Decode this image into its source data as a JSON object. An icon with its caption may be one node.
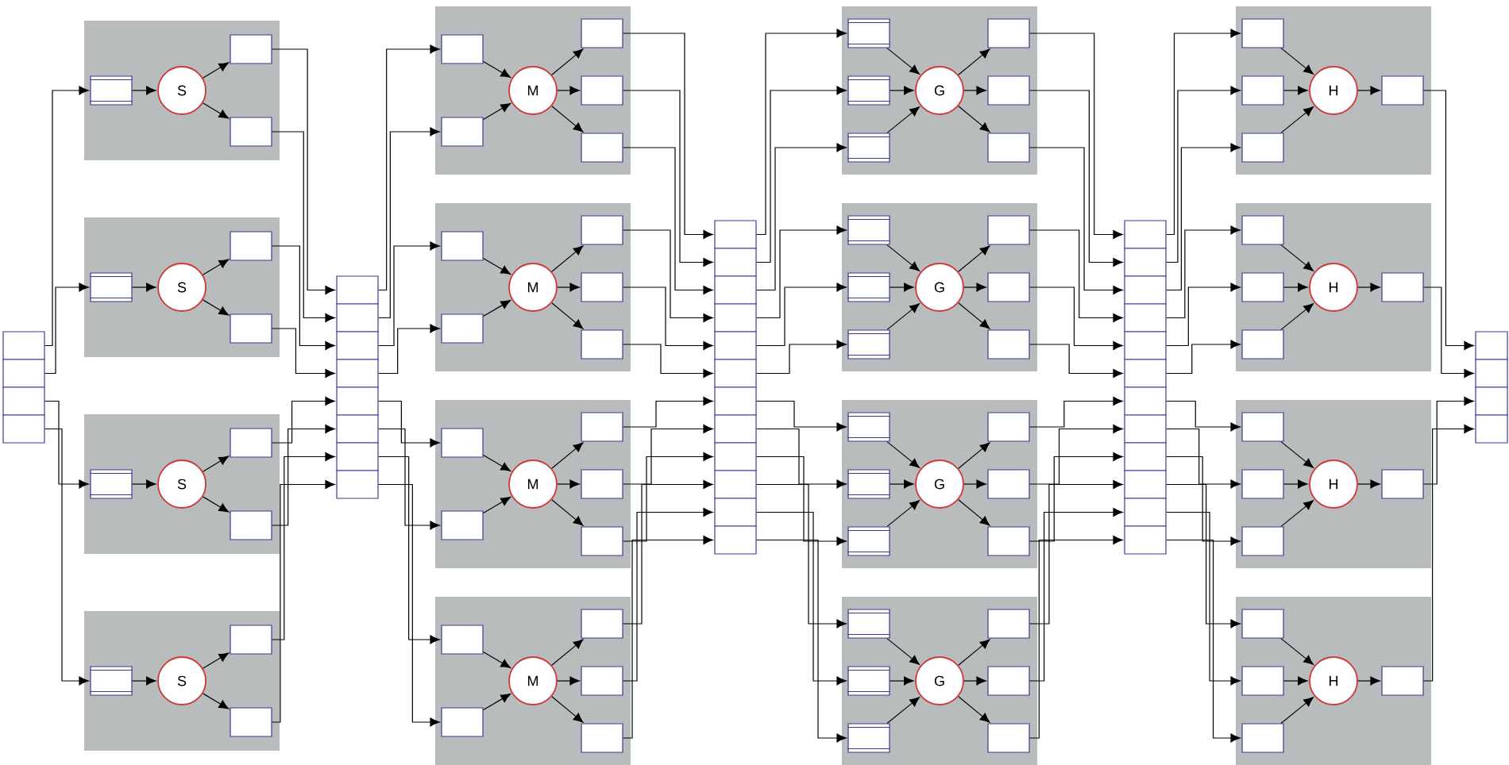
{
  "diagram": {
    "nodes": [
      {
        "text": [],
        "shape": "box"
      },
      {
        "text": [],
        "shape": "box"
      },
      {
        "text": [],
        "shape": "box"
      },
      {
        "text": [],
        "shape": "box"
      },
      {
        "text": [],
        "shape": "box"
      },
      {
        "text": [],
        "shape": "stack",
        "in": 4
      },
      {
        "text": [
          "S"
        ],
        "in": 4
      },
      {
        "text": [],
        "shape": "box",
        "in": 4
      },
      {
        "text": [],
        "shape": "box",
        "in": 4
      },
      {
        "text": [],
        "shape": "box"
      },
      {
        "text": [],
        "shape": "stack",
        "in": 9
      },
      {
        "text": [
          "S"
        ],
        "in": 9
      },
      {
        "text": [],
        "shape": "box",
        "in": 9
      },
      {
        "text": [],
        "shape": "box",
        "in": 9
      },
      {
        "text": [],
        "shape": "box"
      },
      {
        "text": [],
        "shape": "stack",
        "in": 14
      },
      {
        "text": [
          "S"
        ],
        "in": 14
      },
      {
        "text": [],
        "shape": "box",
        "in": 14
      },
      {
        "text": [],
        "shape": "box",
        "in": 14
      },
      {
        "text": [],
        "shape": "box"
      },
      {
        "text": [],
        "shape": "stack",
        "in": 19
      },
      {
        "text": [
          "S"
        ],
        "in": 19
      },
      {
        "text": [],
        "shape": "box",
        "in": 19
      },
      {
        "text": [],
        "shape": "box",
        "in": 19
      },
      {
        "text": [],
        "shape": "box"
      },
      {
        "text": [],
        "shape": "box"
      },
      {
        "text": [],
        "shape": "box"
      },
      {
        "text": [],
        "shape": "box"
      },
      {
        "text": [],
        "shape": "box"
      },
      {
        "text": [],
        "shape": "box"
      },
      {
        "text": [],
        "shape": "box"
      },
      {
        "text": [],
        "shape": "box"
      },
      {
        "text": [],
        "shape": "box"
      },
      {
        "text": [],
        "shape": "box",
        "in": 32
      },
      {
        "text": [],
        "shape": "box",
        "in": 32
      },
      {
        "text": [
          "M"
        ],
        "in": 32
      },
      {
        "text": [],
        "shape": "box",
        "in": 32
      },
      {
        "text": [],
        "shape": "box",
        "in": 32
      },
      {
        "text": [],
        "shape": "box",
        "in": 32
      },
      {
        "text": [],
        "shape": "box"
      },
      {
        "text": [],
        "shape": "box",
        "in": 39
      },
      {
        "text": [],
        "shape": "box",
        "in": 39
      },
      {
        "text": [
          "M"
        ],
        "in": 39
      },
      {
        "text": [],
        "shape": "box",
        "in": 39
      },
      {
        "text": [],
        "shape": "box",
        "in": 39
      },
      {
        "text": [],
        "shape": "box",
        "in": 39
      },
      {
        "text": [],
        "shape": "box"
      },
      {
        "text": [],
        "shape": "box",
        "in": 46
      },
      {
        "text": [],
        "shape": "box",
        "in": 46
      },
      {
        "text": [
          "M"
        ],
        "in": 46
      },
      {
        "text": [],
        "shape": "box",
        "in": 46
      },
      {
        "text": [],
        "shape": "box",
        "in": 46
      },
      {
        "text": [],
        "shape": "box",
        "in": 46
      },
      {
        "text": [],
        "shape": "box"
      },
      {
        "text": [],
        "shape": "box",
        "in": 53
      },
      {
        "text": [],
        "shape": "box",
        "in": 53
      },
      {
        "text": [
          "M"
        ],
        "in": 53
      },
      {
        "text": [],
        "shape": "box",
        "in": 53
      },
      {
        "text": [],
        "shape": "box",
        "in": 53
      },
      {
        "text": [],
        "shape": "box",
        "in": 53
      },
      {
        "text": [],
        "shape": "box"
      },
      {
        "text": [],
        "shape": "box"
      },
      {
        "text": [],
        "shape": "box"
      },
      {
        "text": [],
        "shape": "box"
      },
      {
        "text": [],
        "shape": "box"
      },
      {
        "text": [],
        "shape": "box"
      },
      {
        "text": [],
        "shape": "box"
      },
      {
        "text": [],
        "shape": "box"
      },
      {
        "text": [],
        "shape": "box"
      },
      {
        "text": [],
        "shape": "box"
      },
      {
        "text": [],
        "shape": "box"
      },
      {
        "text": [],
        "shape": "box"
      },
      {
        "text": [],
        "shape": "box"
      },
      {
        "text": [],
        "shape": "stack",
        "in": 72
      },
      {
        "text": [],
        "shape": "stack",
        "in": 72
      },
      {
        "text": [],
        "shape": "stack",
        "in": 72
      },
      {
        "text": [
          "G"
        ],
        "in": 72
      },
      {
        "text": [],
        "shape": "box",
        "in": 72
      },
      {
        "text": [],
        "shape": "box",
        "in": 72
      },
      {
        "text": [],
        "shape": "box",
        "in": 72
      },
      {
        "text": [],
        "shape": "box"
      },
      {
        "text": [],
        "shape": "stack",
        "in": 80
      },
      {
        "text": [],
        "shape": "stack",
        "in": 80
      },
      {
        "text": [],
        "shape": "stack",
        "in": 80
      },
      {
        "text": [
          "G"
        ],
        "in": 80
      },
      {
        "text": [],
        "shape": "box",
        "in": 80
      },
      {
        "text": [],
        "shape": "box",
        "in": 80
      },
      {
        "text": [],
        "shape": "box",
        "in": 80
      },
      {
        "text": [],
        "shape": "box"
      },
      {
        "text": [],
        "shape": "stack",
        "in": 88
      },
      {
        "text": [],
        "shape": "stack",
        "in": 88
      },
      {
        "text": [],
        "shape": "stack",
        "in": 88
      },
      {
        "text": [
          "G"
        ],
        "in": 88
      },
      {
        "text": [],
        "shape": "box",
        "in": 88
      },
      {
        "text": [],
        "shape": "box",
        "in": 88
      },
      {
        "text": [],
        "shape": "box",
        "in": 88
      },
      {
        "text": [],
        "shape": "box"
      },
      {
        "text": [],
        "shape": "stack",
        "in": 96
      },
      {
        "text": [],
        "shape": "stack",
        "in": 96
      },
      {
        "text": [],
        "shape": "stack",
        "in": 96
      },
      {
        "text": [
          "G"
        ],
        "in": 96
      },
      {
        "text": [],
        "shape": "box",
        "in": 96
      },
      {
        "text": [],
        "shape": "box",
        "in": 96
      },
      {
        "text": [],
        "shape": "box",
        "in": 96
      },
      {
        "text": [],
        "shape": "box"
      },
      {
        "text": [],
        "shape": "box"
      },
      {
        "text": [],
        "shape": "box"
      },
      {
        "text": [],
        "shape": "box"
      },
      {
        "text": [],
        "shape": "box"
      },
      {
        "text": [],
        "shape": "box"
      },
      {
        "text": [],
        "shape": "box"
      },
      {
        "text": [],
        "shape": "box"
      },
      {
        "text": [],
        "shape": "box"
      },
      {
        "text": [],
        "shape": "box"
      },
      {
        "text": [],
        "shape": "box"
      },
      {
        "text": [],
        "shape": "box"
      },
      {
        "text": [],
        "shape": "box"
      },
      {
        "text": [],
        "shape": "box",
        "in": 116
      },
      {
        "text": [],
        "shape": "box",
        "in": 116
      },
      {
        "text": [],
        "shape": "box",
        "in": 116
      },
      {
        "text": [
          "H"
        ],
        "in": 116
      },
      {
        "text": [],
        "shape": "box",
        "in": 116
      },
      {
        "text": [],
        "shape": "box"
      },
      {
        "text": [],
        "shape": "box",
        "in": 122
      },
      {
        "text": [],
        "shape": "box",
        "in": 122
      },
      {
        "text": [],
        "shape": "box",
        "in": 122
      },
      {
        "text": [
          "H"
        ],
        "in": 122
      },
      {
        "text": [],
        "shape": "box",
        "in": 122
      },
      {
        "text": [],
        "shape": "box"
      },
      {
        "text": [],
        "shape": "box",
        "in": 128
      },
      {
        "text": [],
        "shape": "box",
        "in": 128
      },
      {
        "text": [],
        "shape": "box",
        "in": 128
      },
      {
        "text": [
          "H"
        ],
        "in": 128
      },
      {
        "text": [],
        "shape": "box",
        "in": 128
      },
      {
        "text": [],
        "shape": "box"
      },
      {
        "text": [],
        "shape": "box",
        "in": 134
      },
      {
        "text": [],
        "shape": "box",
        "in": 134
      },
      {
        "text": [],
        "shape": "box",
        "in": 134
      },
      {
        "text": [
          "H"
        ],
        "in": 134
      },
      {
        "text": [],
        "shape": "box",
        "in": 134
      },
      {
        "text": [],
        "shape": "box"
      },
      {
        "text": [],
        "shape": "box"
      },
      {
        "text": [],
        "shape": "box"
      },
      {
        "text": [],
        "shape": "box"
      }
    ],
    "edges": [
      {
        "from": 0,
        "to": 5,
        "arrow": "to"
      },
      {
        "from": 1,
        "to": 10,
        "arrow": "to"
      },
      {
        "from": 2,
        "to": 15,
        "arrow": "to"
      },
      {
        "from": 3,
        "to": 20,
        "arrow": "to"
      },
      {
        "from": 5,
        "to": 6,
        "arrow": "to"
      },
      {
        "from": 6,
        "to": 7,
        "arrow": "to"
      },
      {
        "from": 6,
        "to": 8,
        "arrow": "to"
      },
      {
        "from": 10,
        "to": 11,
        "arrow": "to"
      },
      {
        "from": 11,
        "to": 12,
        "arrow": "to"
      },
      {
        "from": 11,
        "to": 13,
        "arrow": "to"
      },
      {
        "from": 15,
        "to": 16,
        "arrow": "to"
      },
      {
        "from": 16,
        "to": 17,
        "arrow": "to"
      },
      {
        "from": 16,
        "to": 18,
        "arrow": "to"
      },
      {
        "from": 20,
        "to": 21,
        "arrow": "to"
      },
      {
        "from": 21,
        "to": 22,
        "arrow": "to"
      },
      {
        "from": 21,
        "to": 23,
        "arrow": "to"
      },
      {
        "from": 7,
        "to": 24,
        "arrow": "to"
      },
      {
        "from": 8,
        "to": 25,
        "arrow": "to"
      },
      {
        "from": 12,
        "to": 26,
        "arrow": "to"
      },
      {
        "from": 13,
        "to": 27,
        "arrow": "to"
      },
      {
        "from": 17,
        "to": 28,
        "arrow": "to"
      },
      {
        "from": 18,
        "to": 29,
        "arrow": "to"
      },
      {
        "from": 22,
        "to": 30,
        "arrow": "to"
      },
      {
        "from": 23,
        "to": 31,
        "arrow": "to"
      },
      {
        "from": 24,
        "to": 33,
        "arrow": "to"
      },
      {
        "from": 25,
        "to": 34,
        "arrow": "to"
      },
      {
        "from": 26,
        "to": 40,
        "arrow": "to"
      },
      {
        "from": 27,
        "to": 41,
        "arrow": "to"
      },
      {
        "from": 28,
        "to": 47,
        "arrow": "to"
      },
      {
        "from": 29,
        "to": 48,
        "arrow": "to"
      },
      {
        "from": 30,
        "to": 54,
        "arrow": "to"
      },
      {
        "from": 31,
        "to": 55,
        "arrow": "to"
      },
      {
        "from": 33,
        "to": 35,
        "arrow": "to"
      },
      {
        "from": 34,
        "to": 35,
        "arrow": "to"
      },
      {
        "from": 35,
        "to": 36,
        "arrow": "to"
      },
      {
        "from": 35,
        "to": 37,
        "arrow": "to"
      },
      {
        "from": 35,
        "to": 38,
        "arrow": "to"
      },
      {
        "from": 40,
        "to": 42,
        "arrow": "to"
      },
      {
        "from": 41,
        "to": 42,
        "arrow": "to"
      },
      {
        "from": 42,
        "to": 43,
        "arrow": "to"
      },
      {
        "from": 42,
        "to": 44,
        "arrow": "to"
      },
      {
        "from": 42,
        "to": 45,
        "arrow": "to"
      },
      {
        "from": 47,
        "to": 49,
        "arrow": "to"
      },
      {
        "from": 48,
        "to": 49,
        "arrow": "to"
      },
      {
        "from": 49,
        "to": 50,
        "arrow": "to"
      },
      {
        "from": 49,
        "to": 51,
        "arrow": "to"
      },
      {
        "from": 49,
        "to": 52,
        "arrow": "to"
      },
      {
        "from": 54,
        "to": 56,
        "arrow": "to"
      },
      {
        "from": 55,
        "to": 56,
        "arrow": "to"
      },
      {
        "from": 56,
        "to": 57,
        "arrow": "to"
      },
      {
        "from": 56,
        "to": 58,
        "arrow": "to"
      },
      {
        "from": 56,
        "to": 59,
        "arrow": "to"
      },
      {
        "from": 36,
        "to": 60,
        "arrow": "to"
      },
      {
        "from": 37,
        "to": 61,
        "arrow": "to"
      },
      {
        "from": 38,
        "to": 62,
        "arrow": "to"
      },
      {
        "from": 43,
        "to": 63,
        "arrow": "to"
      },
      {
        "from": 44,
        "to": 64,
        "arrow": "to"
      },
      {
        "from": 45,
        "to": 65,
        "arrow": "to"
      },
      {
        "from": 50,
        "to": 66,
        "arrow": "to"
      },
      {
        "from": 51,
        "to": 67,
        "arrow": "to"
      },
      {
        "from": 52,
        "to": 68,
        "arrow": "to"
      },
      {
        "from": 57,
        "to": 69,
        "arrow": "to"
      },
      {
        "from": 58,
        "to": 70,
        "arrow": "to"
      },
      {
        "from": 59,
        "to": 71,
        "arrow": "to"
      },
      {
        "from": 60,
        "to": 73,
        "arrow": "to"
      },
      {
        "from": 61,
        "to": 74,
        "arrow": "to"
      },
      {
        "from": 62,
        "to": 75,
        "arrow": "to"
      },
      {
        "from": 63,
        "to": 81,
        "arrow": "to"
      },
      {
        "from": 64,
        "to": 82,
        "arrow": "to"
      },
      {
        "from": 65,
        "to": 83,
        "arrow": "to"
      },
      {
        "from": 66,
        "to": 89,
        "arrow": "to"
      },
      {
        "from": 67,
        "to": 90,
        "arrow": "to"
      },
      {
        "from": 68,
        "to": 91,
        "arrow": "to"
      },
      {
        "from": 69,
        "to": 97,
        "arrow": "to"
      },
      {
        "from": 70,
        "to": 98,
        "arrow": "to"
      },
      {
        "from": 71,
        "to": 99,
        "arrow": "to"
      },
      {
        "from": 73,
        "to": 76,
        "arrow": "to"
      },
      {
        "from": 74,
        "to": 76,
        "arrow": "to"
      },
      {
        "from": 75,
        "to": 76,
        "arrow": "to"
      },
      {
        "from": 76,
        "to": 77,
        "arrow": "to"
      },
      {
        "from": 76,
        "to": 78,
        "arrow": "to"
      },
      {
        "from": 76,
        "to": 79,
        "arrow": "to"
      },
      {
        "from": 81,
        "to": 84,
        "arrow": "to"
      },
      {
        "from": 82,
        "to": 84,
        "arrow": "to"
      },
      {
        "from": 83,
        "to": 84,
        "arrow": "to"
      },
      {
        "from": 84,
        "to": 85,
        "arrow": "to"
      },
      {
        "from": 84,
        "to": 86,
        "arrow": "to"
      },
      {
        "from": 84,
        "to": 87,
        "arrow": "to"
      },
      {
        "from": 89,
        "to": 92,
        "arrow": "to"
      },
      {
        "from": 90,
        "to": 92,
        "arrow": "to"
      },
      {
        "from": 91,
        "to": 92,
        "arrow": "to"
      },
      {
        "from": 92,
        "to": 93,
        "arrow": "to"
      },
      {
        "from": 92,
        "to": 94,
        "arrow": "to"
      },
      {
        "from": 92,
        "to": 95,
        "arrow": "to"
      },
      {
        "from": 97,
        "to": 100,
        "arrow": "to"
      },
      {
        "from": 98,
        "to": 100,
        "arrow": "to"
      },
      {
        "from": 99,
        "to": 100,
        "arrow": "to"
      },
      {
        "from": 100,
        "to": 101,
        "arrow": "to"
      },
      {
        "from": 100,
        "to": 102,
        "arrow": "to"
      },
      {
        "from": 100,
        "to": 103,
        "arrow": "to"
      },
      {
        "from": 77,
        "to": 104,
        "arrow": "to"
      },
      {
        "from": 78,
        "to": 105,
        "arrow": "to"
      },
      {
        "from": 79,
        "to": 106,
        "arrow": "to"
      },
      {
        "from": 85,
        "to": 107,
        "arrow": "to"
      },
      {
        "from": 86,
        "to": 108,
        "arrow": "to"
      },
      {
        "from": 87,
        "to": 109,
        "arrow": "to"
      },
      {
        "from": 93,
        "to": 110,
        "arrow": "to"
      },
      {
        "from": 94,
        "to": 111,
        "arrow": "to"
      },
      {
        "from": 95,
        "to": 112,
        "arrow": "to"
      },
      {
        "from": 101,
        "to": 113,
        "arrow": "to"
      },
      {
        "from": 102,
        "to": 114,
        "arrow": "to"
      },
      {
        "from": 103,
        "to": 115,
        "arrow": "to"
      },
      {
        "from": 104,
        "to": 117,
        "arrow": "to"
      },
      {
        "from": 105,
        "to": 118,
        "arrow": "to"
      },
      {
        "from": 106,
        "to": 119,
        "arrow": "to"
      },
      {
        "from": 107,
        "to": 123,
        "arrow": "to"
      },
      {
        "from": 108,
        "to": 124,
        "arrow": "to"
      },
      {
        "from": 109,
        "to": 125,
        "arrow": "to"
      },
      {
        "from": 110,
        "to": 129,
        "arrow": "to"
      },
      {
        "from": 111,
        "to": 130,
        "arrow": "to"
      },
      {
        "from": 112,
        "to": 131,
        "arrow": "to"
      },
      {
        "from": 113,
        "to": 135,
        "arrow": "to"
      },
      {
        "from": 114,
        "to": 136,
        "arrow": "to"
      },
      {
        "from": 115,
        "to": 137,
        "arrow": "to"
      },
      {
        "from": 117,
        "to": 120,
        "arrow": "to"
      },
      {
        "from": 118,
        "to": 120,
        "arrow": "to"
      },
      {
        "from": 119,
        "to": 120,
        "arrow": "to"
      },
      {
        "from": 120,
        "to": 121,
        "arrow": "to"
      },
      {
        "from": 123,
        "to": 126,
        "arrow": "to"
      },
      {
        "from": 124,
        "to": 126,
        "arrow": "to"
      },
      {
        "from": 125,
        "to": 126,
        "arrow": "to"
      },
      {
        "from": 126,
        "to": 127,
        "arrow": "to"
      },
      {
        "from": 129,
        "to": 132,
        "arrow": "to"
      },
      {
        "from": 130,
        "to": 132,
        "arrow": "to"
      },
      {
        "from": 131,
        "to": 132,
        "arrow": "to"
      },
      {
        "from": 132,
        "to": 133,
        "arrow": "to"
      },
      {
        "from": 135,
        "to": 138,
        "arrow": "to"
      },
      {
        "from": 136,
        "to": 138,
        "arrow": "to"
      },
      {
        "from": 137,
        "to": 138,
        "arrow": "to"
      },
      {
        "from": 138,
        "to": 139,
        "arrow": "to"
      },
      {
        "from": 121,
        "to": 140,
        "arrow": "to"
      },
      {
        "from": 127,
        "to": 141,
        "arrow": "to"
      },
      {
        "from": 133,
        "to": 142,
        "arrow": "to"
      },
      {
        "from": 139,
        "to": 143,
        "arrow": "to"
      }
    ]
  }
}
